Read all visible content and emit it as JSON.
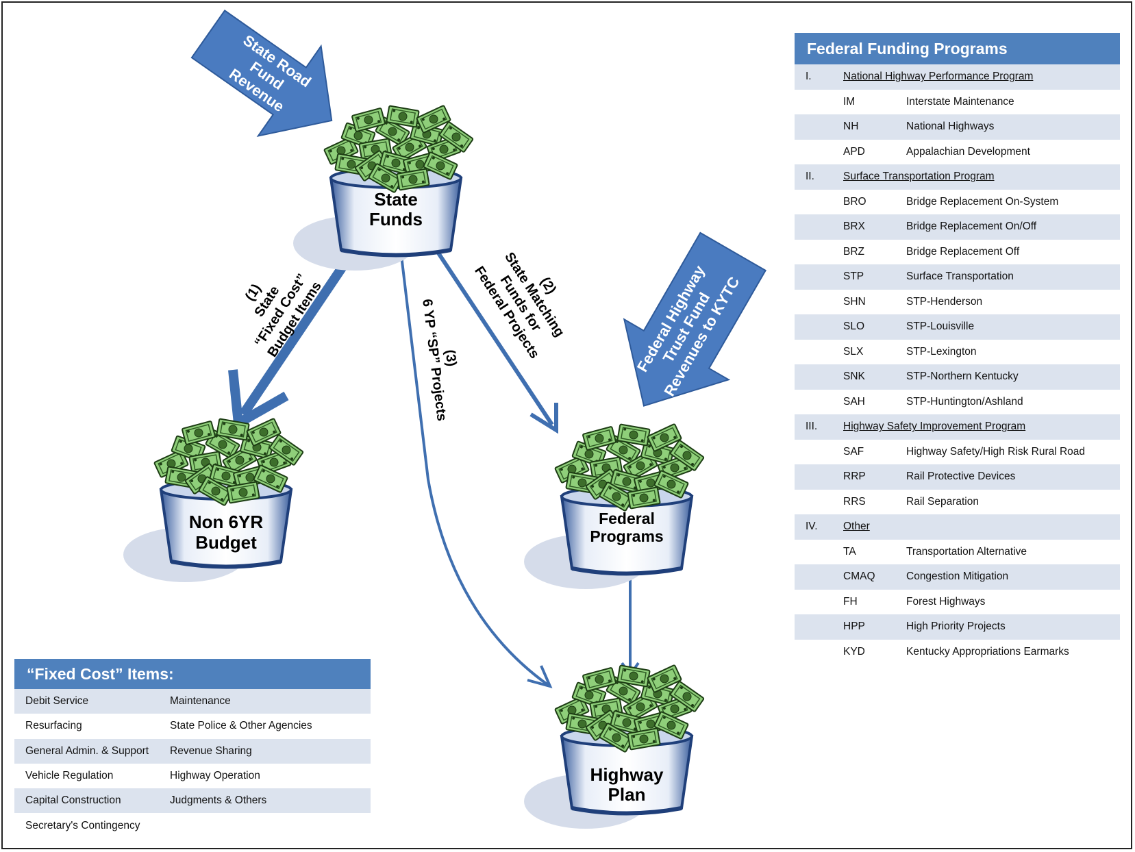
{
  "buckets": {
    "state": [
      "State",
      "Funds"
    ],
    "non6yr": [
      "Non 6YR",
      "Budget"
    ],
    "federal": [
      "Federal",
      "Programs"
    ],
    "highway": [
      "Highway",
      "Plan"
    ]
  },
  "input_arrows": {
    "state_road": [
      "State Road",
      "Fund",
      "Revenue"
    ],
    "federal_trust": [
      "Federal Highway",
      "Trust Fund",
      "Revenues to KYTC"
    ]
  },
  "flow_labels": {
    "flow1": [
      "(1)",
      "State",
      "“Fixed Cost”",
      "Budget Items"
    ],
    "flow2": [
      "(2)",
      "State Matching",
      "Funds for",
      "Federal Projects"
    ],
    "flow3": [
      "(3)",
      "6 YP “SP” Projects"
    ]
  },
  "federal_table": {
    "title": "Federal Funding Programs",
    "rows": [
      {
        "num": "I.",
        "code": "",
        "name": "National Highway Performance Program",
        "section": true
      },
      {
        "num": "",
        "code": "IM",
        "name": "Interstate Maintenance"
      },
      {
        "num": "",
        "code": "NH",
        "name": "National Highways"
      },
      {
        "num": "",
        "code": "APD",
        "name": "Appalachian Development"
      },
      {
        "num": "II.",
        "code": "",
        "name": "Surface Transportation Program",
        "section": true
      },
      {
        "num": "",
        "code": "BRO",
        "name": "Bridge Replacement On-System"
      },
      {
        "num": "",
        "code": "BRX",
        "name": "Bridge Replacement On/Off"
      },
      {
        "num": "",
        "code": "BRZ",
        "name": "Bridge Replacement Off"
      },
      {
        "num": "",
        "code": "STP",
        "name": "Surface Transportation"
      },
      {
        "num": "",
        "code": "SHN",
        "name": "STP-Henderson"
      },
      {
        "num": "",
        "code": "SLO",
        "name": "STP-Louisville"
      },
      {
        "num": "",
        "code": "SLX",
        "name": "STP-Lexington"
      },
      {
        "num": "",
        "code": "SNK",
        "name": "STP-Northern Kentucky"
      },
      {
        "num": "",
        "code": "SAH",
        "name": "STP-Huntington/Ashland"
      },
      {
        "num": "III.",
        "code": "",
        "name": "Highway Safety Improvement Program",
        "section": true
      },
      {
        "num": "",
        "code": "SAF",
        "name": "Highway Safety/High Risk Rural Road"
      },
      {
        "num": "",
        "code": "RRP",
        "name": "Rail Protective Devices"
      },
      {
        "num": "",
        "code": "RRS",
        "name": "Rail Separation"
      },
      {
        "num": "IV.",
        "code": "",
        "name": "Other",
        "section": true
      },
      {
        "num": "",
        "code": "TA",
        "name": "Transportation Alternative"
      },
      {
        "num": "",
        "code": "CMAQ",
        "name": "Congestion Mitigation"
      },
      {
        "num": "",
        "code": "FH",
        "name": "Forest Highways"
      },
      {
        "num": "",
        "code": "HPP",
        "name": "High Priority Projects"
      },
      {
        "num": "",
        "code": "KYD",
        "name": "Kentucky Appropriations Earmarks"
      }
    ]
  },
  "fixed_table": {
    "title": "“Fixed Cost” Items:",
    "rows": [
      [
        "Debit Service",
        "Maintenance"
      ],
      [
        "Resurfacing",
        "State Police & Other Agencies"
      ],
      [
        "General Admin. & Support",
        "Revenue Sharing"
      ],
      [
        "Vehicle Regulation",
        "Highway Operation"
      ],
      [
        "Capital Construction",
        "Judgments & Others"
      ],
      [
        "Secretary's Contingency",
        ""
      ]
    ]
  },
  "colors": {
    "arrow_blue": "#3f6fb0",
    "table_header": "#4f81bd",
    "row_alt": "#dce3ee",
    "money_green": "#5a9a3c",
    "bucket_blue": "#2c4f8c"
  }
}
